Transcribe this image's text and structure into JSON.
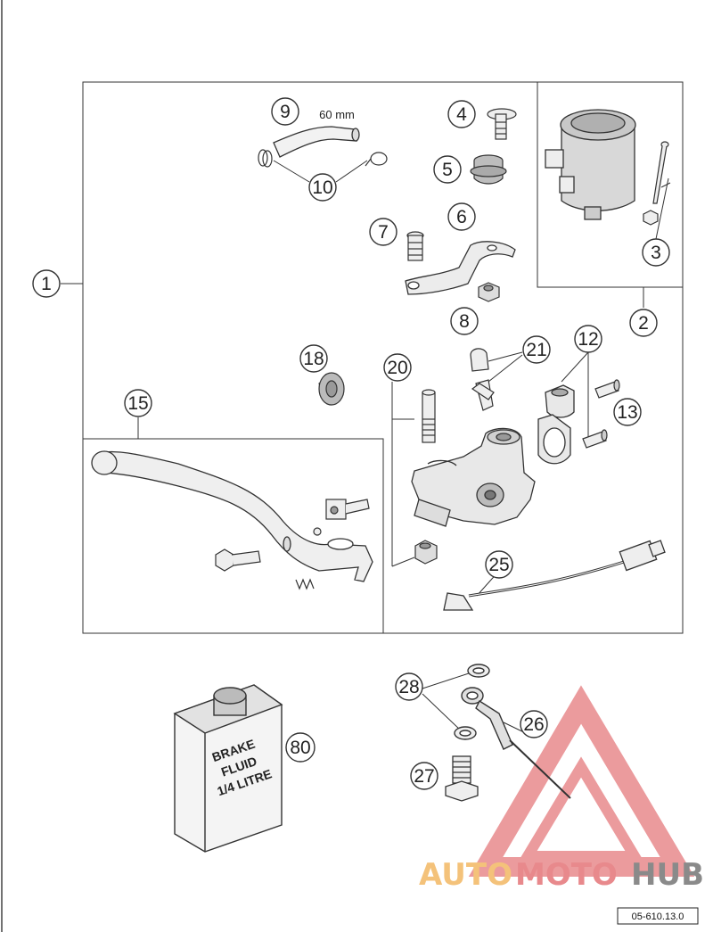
{
  "diagram_code": "05-610.13.0",
  "callouts": {
    "c1": "1",
    "c2": "2",
    "c3": "3",
    "c4": "4",
    "c5": "5",
    "c6": "6",
    "c7": "7",
    "c8": "8",
    "c9": "9",
    "c10": "10",
    "c12": "12",
    "c13": "13",
    "c15": "15",
    "c18": "18",
    "c20": "20",
    "c21": "21",
    "c25": "25",
    "c26": "26",
    "c27": "27",
    "c28": "28",
    "c80": "80"
  },
  "hose_length_note": "60 mm",
  "bottle_label": {
    "line1": "BRAKE",
    "line2": "FLUID",
    "line3": "1/4 LITRE"
  },
  "watermark": {
    "part1": "AUTO",
    "part2": "MOTO",
    "part3": "HUB"
  }
}
